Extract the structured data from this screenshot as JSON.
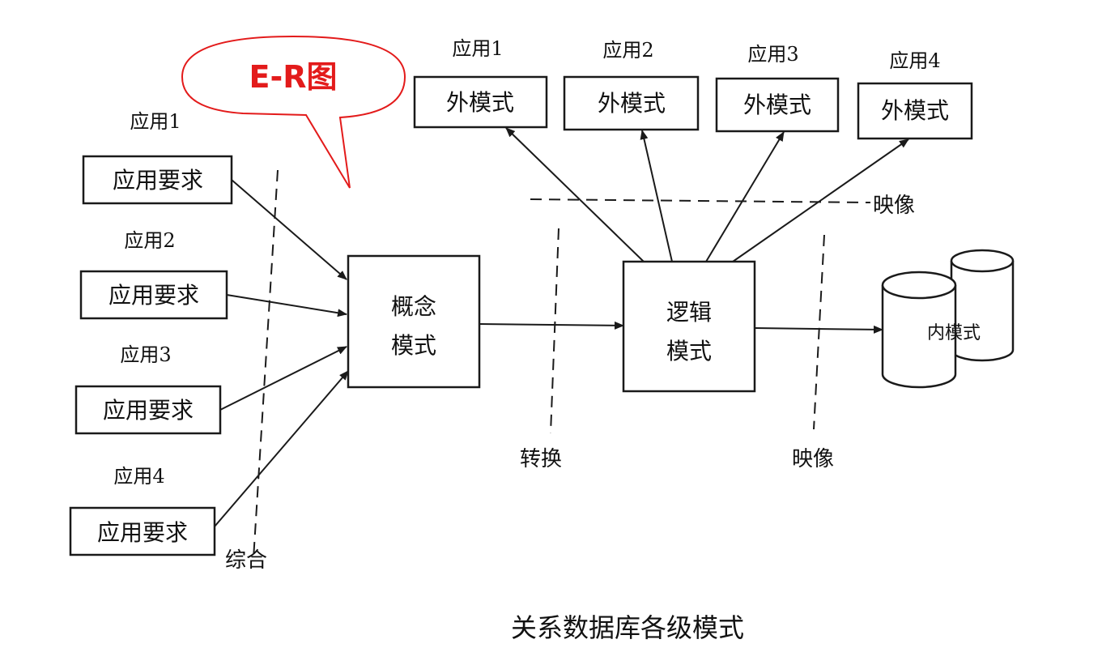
{
  "callout": {
    "text": "E-R图"
  },
  "left_apps": [
    {
      "label": "应用1",
      "box": "应用要求"
    },
    {
      "label": "应用2",
      "box": "应用要求"
    },
    {
      "label": "应用3",
      "box": "应用要求"
    },
    {
      "label": "应用4",
      "box": "应用要求"
    }
  ],
  "synthesis_label": "综合",
  "conceptual": {
    "line1": "概念",
    "line2": "模式"
  },
  "logical": {
    "line1": "逻辑",
    "line2": "模式"
  },
  "top_apps": [
    {
      "label": "应用1",
      "box": "外模式"
    },
    {
      "label": "应用2",
      "box": "外模式"
    },
    {
      "label": "应用3",
      "box": "外模式"
    },
    {
      "label": "应用4",
      "box": "外模式"
    }
  ],
  "mapping_top": "映像",
  "transform_label": "转换",
  "mapping_bottom": "映像",
  "internal": "内模式",
  "caption": "关系数据库各级模式"
}
